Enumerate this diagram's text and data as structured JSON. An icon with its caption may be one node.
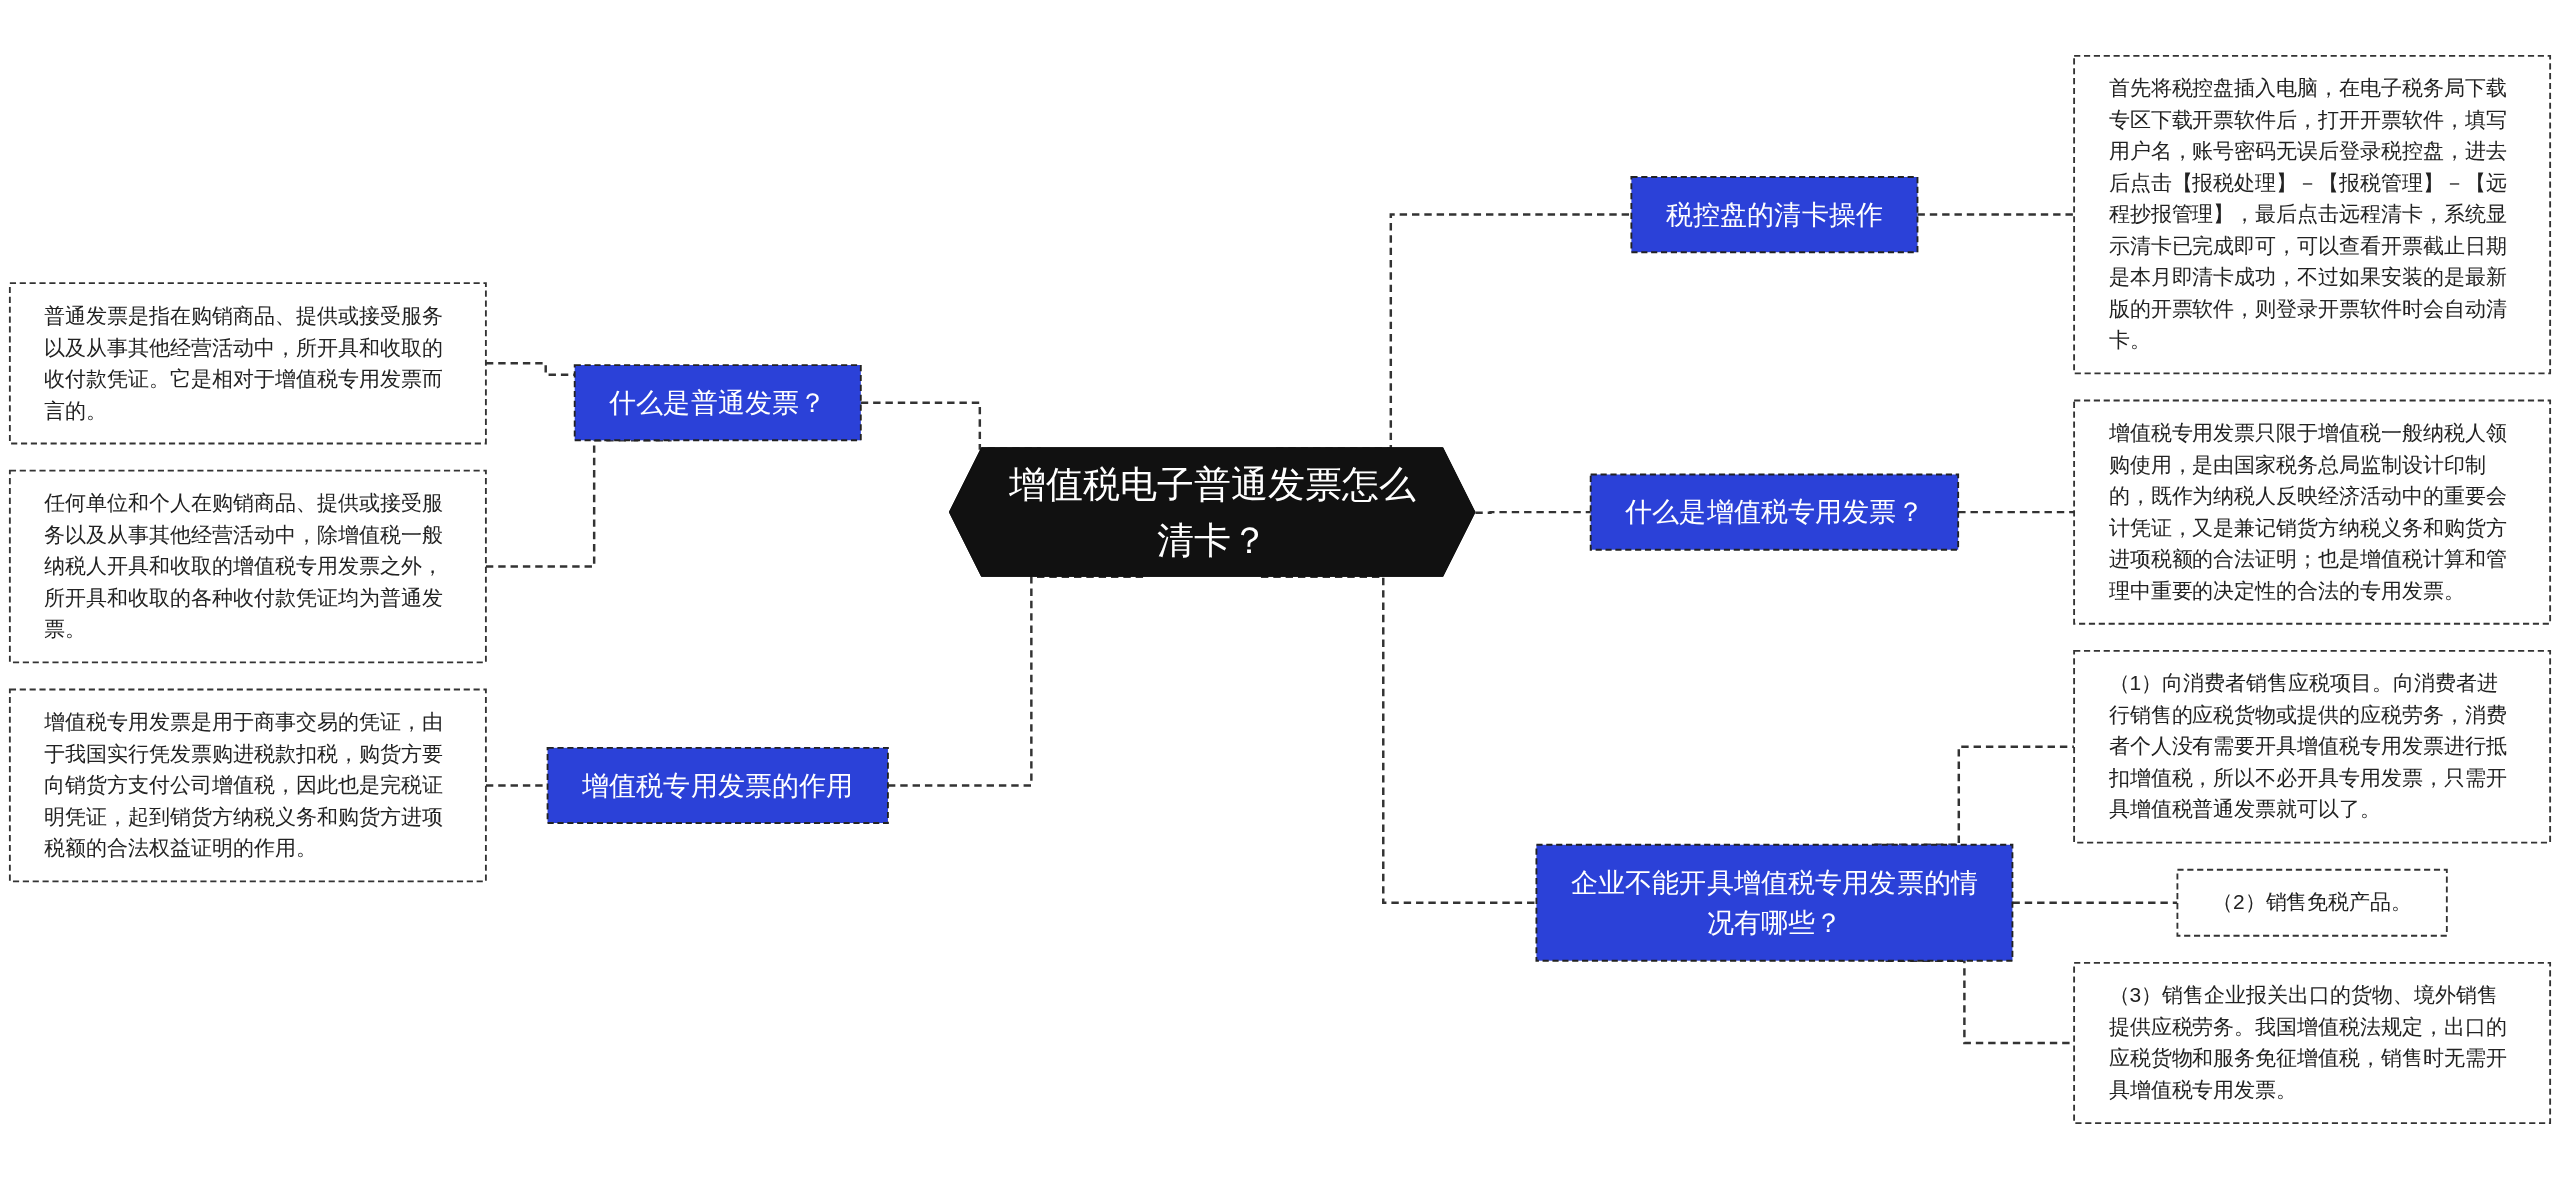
{
  "diagram": {
    "nodes": [
      {
        "text": [
          "增值税电子普通发票怎么清卡？"
        ]
      },
      {
        "text": [
          "什么是普通发票？"
        ]
      },
      {
        "text": [
          "普通发票是指在购销商品、提供或接受服务以及从事其他经营活动中，所开具和收取的收付款凭证。它是相对于增值税专用发票而言的。"
        ]
      },
      {
        "text": [
          "任何单位和个人在购销商品、提供或接受服务以及从事其他经营活动中，除增值税一般纳税人开具和收取的增值税专用发票之外，所开具和收取的各种收付款凭证均为普通发票。"
        ]
      },
      {
        "text": [
          "增值税专用发票的作用"
        ]
      },
      {
        "text": [
          "增值税专用发票是用于商事交易的凭证，由于我国实行凭发票购进税款扣税，购货方要向销货方支付公司增值税，因此也是完税证明凭证，起到销货方纳税义务和购货方进项税额的合法权益证明的作用。"
        ]
      },
      {
        "text": [
          "税控盘的清卡操作"
        ]
      },
      {
        "text": [
          "首先将税控盘插入电脑，在电子税务局下载专区下载开票软件后，打开开票软件，填写用户名，账号密码无误后登录税控盘，进去后点击【报税处理】－【报税管理】－【远程抄报管理】，最后点击远程清卡，系统显示清卡已完成即可，可以查看开票截止日期是本月即清卡成功，不过如果安装的是最新版的开票软件，则登录开票软件时会自动清卡。"
        ]
      },
      {
        "text": [
          "什么是增值税专用发票？"
        ]
      },
      {
        "text": [
          "增值税专用发票只限于增值税一般纳税人领购使用，是由国家税务总局监制设计印制的，既作为纳税人反映经济活动中的重要会计凭证，又是兼记销货方纳税义务和购货方进项税额的合法证明；也是增值税计算和管理中重要的决定性的合法的专用发票。"
        ]
      },
      {
        "text": [
          "企业不能开具增值税专用发票的情况有哪些？"
        ]
      },
      {
        "text": [
          "（1）向消费者销售应税项目。向消费者进行销售的应税货物或提供的应税劳务，消费者个人没有需要开具增值税专用发票进行抵扣增值税，所以不必开具专用发票，只需开具增值税普通发票就可以了。"
        ]
      },
      {
        "text": [
          "（2）销售免税产品。"
        ]
      },
      {
        "text": [
          "（3）销售企业报关出口的货物、境外销售提供应税劳务。我国增值税法规定，出口的应税货物和服务免征增值税，销售时无需开具增值税专用发票。"
        ]
      }
    ],
    "edges": [
      {
        "from": 2,
        "to": 1,
        "arrow": "none",
        "style": "dashed"
      },
      {
        "from": 3,
        "to": 1,
        "arrow": "none",
        "style": "dashed"
      },
      {
        "from": 1,
        "to": 0,
        "arrow": "none",
        "style": "dashed"
      },
      {
        "from": 5,
        "to": 4,
        "arrow": "none",
        "style": "dashed"
      },
      {
        "from": 4,
        "to": 0,
        "arrow": "none",
        "style": "dashed"
      },
      {
        "from": 0,
        "to": 6,
        "arrow": "none",
        "style": "dashed"
      },
      {
        "from": 6,
        "to": 7,
        "arrow": "none",
        "style": "dashed"
      },
      {
        "from": 0,
        "to": 8,
        "arrow": "none",
        "style": "dashed"
      },
      {
        "from": 8,
        "to": 9,
        "arrow": "none",
        "style": "dashed"
      },
      {
        "from": 0,
        "to": 10,
        "arrow": "none",
        "style": "dashed"
      },
      {
        "from": 10,
        "to": 11,
        "arrow": "none",
        "style": "dashed"
      },
      {
        "from": 10,
        "to": 12,
        "arrow": "none",
        "style": "dashed"
      },
      {
        "from": 10,
        "to": 13,
        "arrow": "none",
        "style": "dashed"
      }
    ]
  }
}
